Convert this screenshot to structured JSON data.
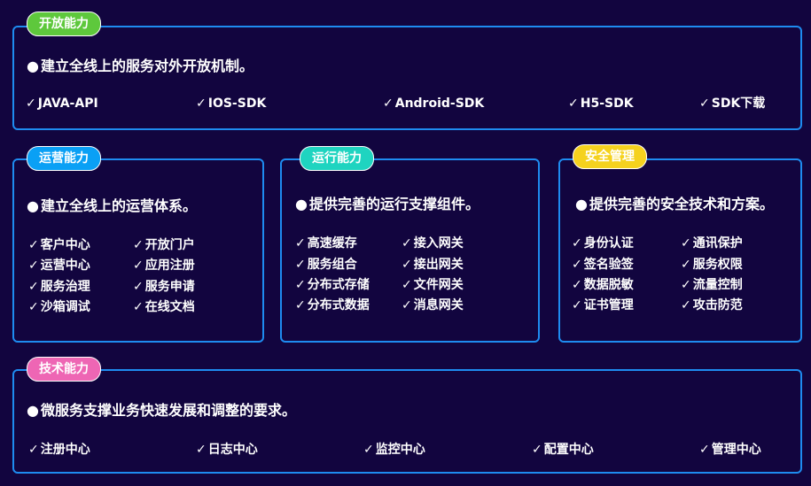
{
  "colors": {
    "background": "#12053f",
    "border": "#1e8cf0",
    "tag_open": "#5ec83c",
    "tag_ops": "#0aa0f5",
    "tag_run": "#1fd4c0",
    "tag_security": "#f5d21e",
    "tag_tech": "#ee66b4"
  },
  "check_symbol": "✓",
  "bullet_symbol": "●",
  "sections": {
    "open": {
      "tag": "开放能力",
      "desc": "建立全线上的服务对外开放机制。",
      "items": [
        "JAVA-API",
        "IOS-SDK",
        "Android-SDK",
        "H5-SDK",
        "SDK下载"
      ]
    },
    "ops": {
      "tag": "运营能力",
      "desc": "建立全线上的运营体系。",
      "items": [
        "客户中心",
        "开放门户",
        "运营中心",
        "应用注册",
        "服务治理",
        "服务申请",
        "沙箱调试",
        "在线文档"
      ]
    },
    "run": {
      "tag": "运行能力",
      "desc": "提供完善的运行支撑组件。",
      "items": [
        "高速缓存",
        "接入网关",
        "服务组合",
        "接出网关",
        "分布式存储",
        "文件网关",
        "分布式数据",
        "消息网关"
      ]
    },
    "security": {
      "tag": "安全管理",
      "desc": "提供完善的安全技术和方案。",
      "items": [
        "身份认证",
        "通讯保护",
        "签名验签",
        "服务权限",
        "数据脱敏",
        "流量控制",
        "证书管理",
        "攻击防范"
      ]
    },
    "tech": {
      "tag": "技术能力",
      "desc": "微服务支撑业务快速发展和调整的要求。",
      "items": [
        "注册中心",
        "日志中心",
        "监控中心",
        "配置中心",
        "管理中心"
      ]
    }
  }
}
